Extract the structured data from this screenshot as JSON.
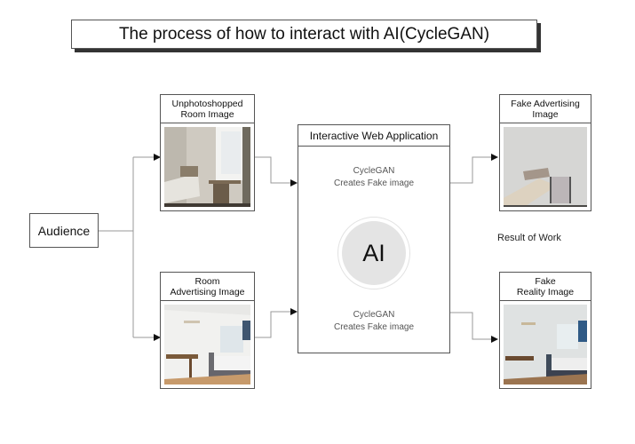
{
  "title": "The process of how to interact with AI(CycleGAN)",
  "audience": {
    "label": "Audience"
  },
  "inputs": [
    {
      "title": "Unphotoshopped Room Image",
      "line1": "Unphotoshopped",
      "line2": "Room Image",
      "image": "dim room photo with bed, desk, chair and window"
    },
    {
      "title": "Room Advertising Image",
      "line1": "Room",
      "line2": "Advertising Image",
      "image": "bright white room with bed, shelf and desk"
    }
  ],
  "app": {
    "title": "Interactive Web Application",
    "center_label": "AI",
    "upper_caption": {
      "line1": "CycleGAN",
      "line2": "Creates Fake image"
    },
    "lower_caption": {
      "line1": "CycleGAN",
      "line2": "Creates Fake image"
    }
  },
  "outputs": [
    {
      "title": "Fake Advertising Image",
      "line1": "Fake Advertising",
      "line2": "Image",
      "image": "washed-out grey generated room image"
    },
    {
      "title": "Fake Reality Image",
      "line1": "Fake",
      "line2": "Reality Image",
      "image": "darker generated version of the bright room"
    }
  ],
  "result_label": "Result of Work",
  "colors": {
    "border": "#555555",
    "connector": "#999999",
    "arrow": "#111111",
    "ai_fill": "#e4e4e4",
    "caption": "#555555"
  }
}
